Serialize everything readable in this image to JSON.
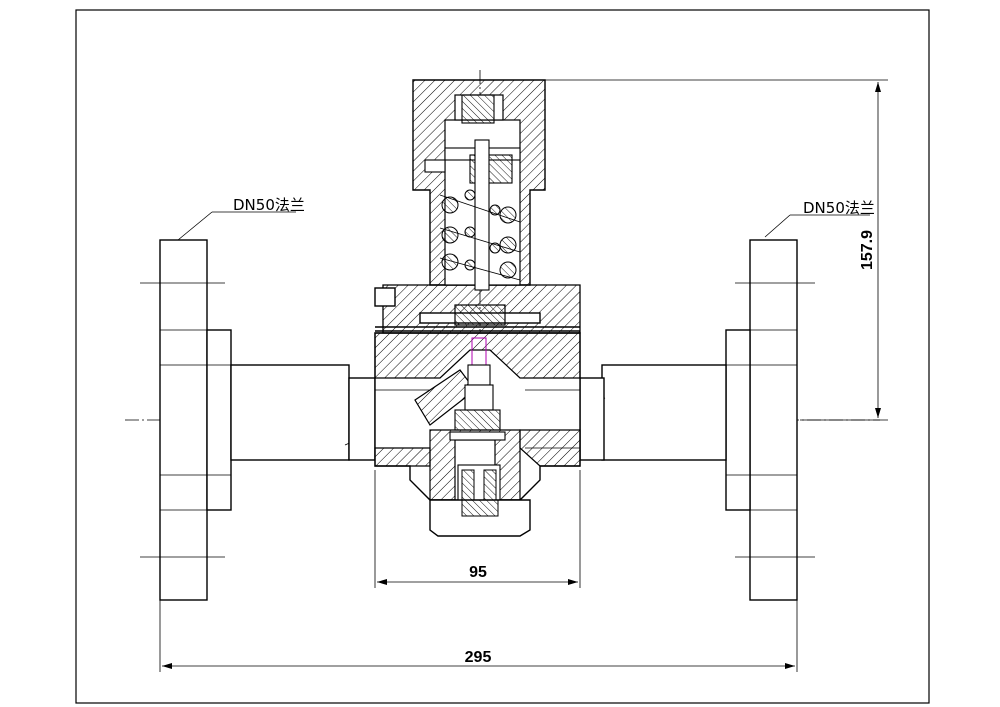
{
  "callouts": {
    "left_flange": "DN50法兰",
    "right_flange": "DN50法兰"
  },
  "dimensions": {
    "height": "157.9",
    "body_width": "95",
    "overall_length": "295"
  },
  "colors": {
    "line": "#000000",
    "stem_highlight": "#b000b0",
    "background": "#ffffff"
  }
}
